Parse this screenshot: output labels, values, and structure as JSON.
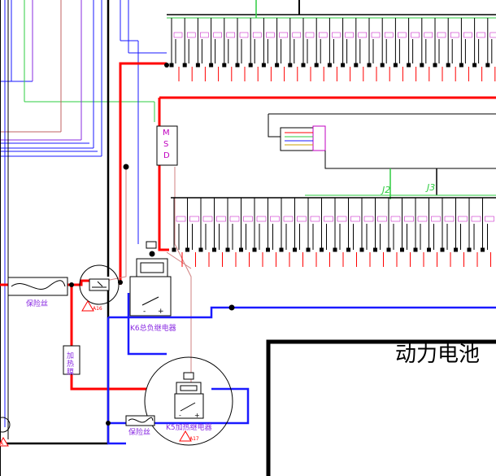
{
  "diagram": {
    "battery_label": "动力电池",
    "fuse_label": "保险丝",
    "heater_label": "加热膜",
    "relay_k6_label": "K6总负继电器",
    "relay_k5_label": "K5加热继电器",
    "msd_label": "MSD",
    "connector_j2": "J2",
    "connector_j3": "J3",
    "warn_a": "A16",
    "warn_b": "A17",
    "warn_c": "A",
    "colors": {
      "red": "#ff0000",
      "blue": "#1a1aff",
      "green": "#2ecc40",
      "black": "#000000",
      "purple": "#8a2be2",
      "pink": "#d08080"
    }
  }
}
